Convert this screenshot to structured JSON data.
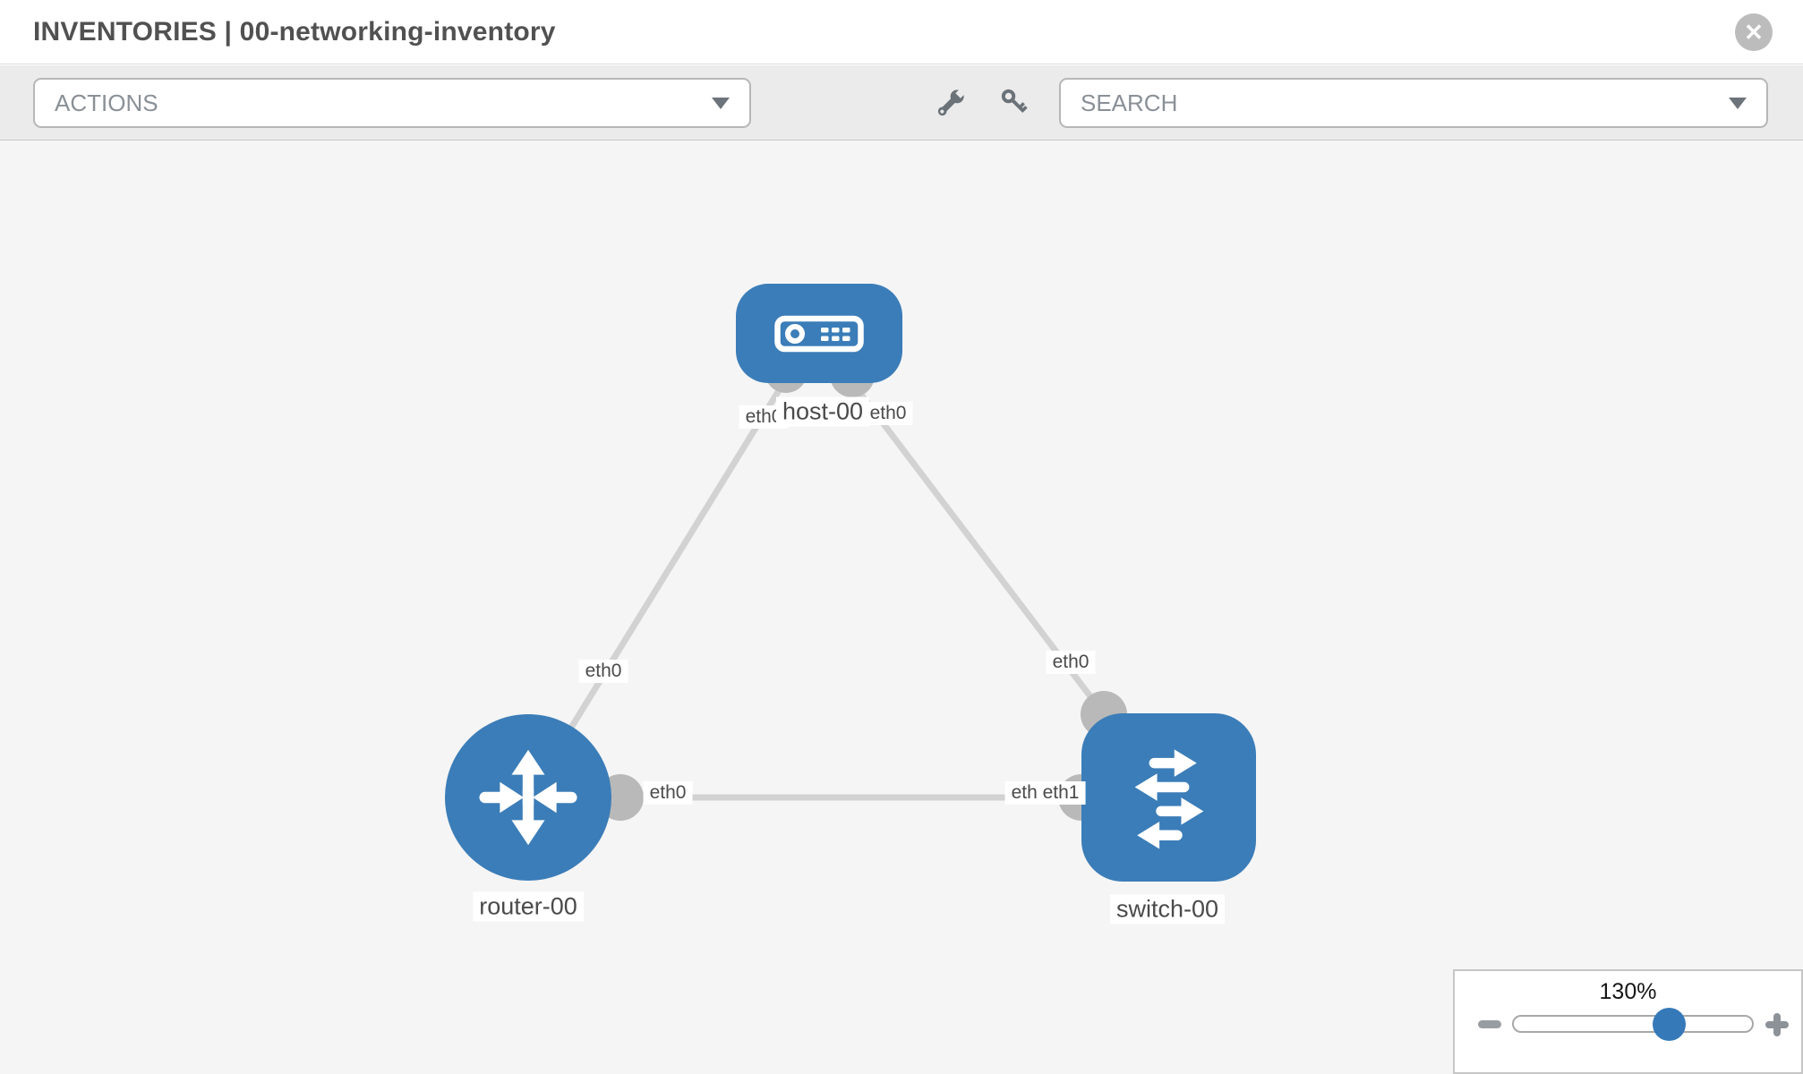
{
  "header": {
    "title": "INVENTORIES | 00-networking-inventory",
    "close_label": "✕"
  },
  "toolbar": {
    "actions_label": "ACTIONS",
    "search_label": "SEARCH",
    "icons": [
      "wrench-icon",
      "key-icon",
      "dropdown-caret-icon"
    ]
  },
  "diagram": {
    "node_labels": {
      "host": "host-00",
      "router": "router-00",
      "switch": "switch-00"
    },
    "node_types": {
      "host": "host",
      "router": "router",
      "switch": "switch"
    },
    "port_labels": {
      "host_left": "eth0",
      "host_right": "eth0",
      "link1_mid": "eth0",
      "link2_mid": "eth0",
      "router_right": "eth0",
      "switch_hidden": "eth0",
      "switch_eth1": "eth1"
    },
    "links": [
      {
        "from": "host-00.eth0",
        "to": "router-00.eth0"
      },
      {
        "from": "host-00.eth0",
        "to": "switch-00.eth0"
      },
      {
        "from": "router-00.eth0",
        "to": "switch-00.eth1"
      }
    ]
  },
  "zoom_control": {
    "level": "130%",
    "minus_icon": "minus-icon",
    "plus_icon": "plus-icon"
  },
  "colors": {
    "node_blue": "#3b7db8",
    "link_gray": "#d2d2d2",
    "interface_gray": "#b9b9b9",
    "toolbar_bg": "#ebebeb",
    "canvas_bg": "#f5f5f5",
    "slider_thumb_blue": "#3579b8",
    "title_gray": "#515151"
  }
}
